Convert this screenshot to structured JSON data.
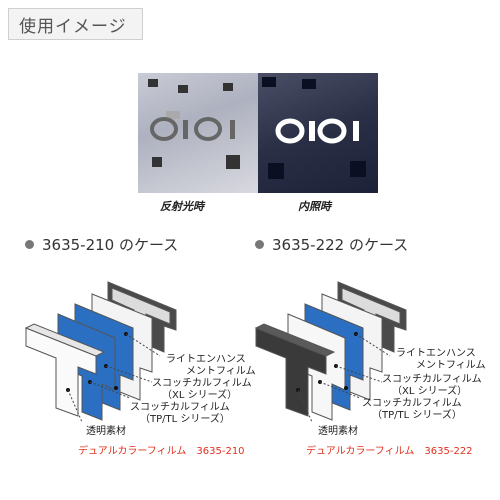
{
  "header": {
    "title": "使用イメージ"
  },
  "photos": {
    "reflect_caption": "反射光時",
    "internal_caption": "内照時"
  },
  "left_case": {
    "title": "3635-210 のケース",
    "labels": {
      "light": "ライトエンハンス",
      "light2": "メントフィルム",
      "scotch_xl": "スコッチカルフィルム",
      "scotch_xl2": "（XL シリーズ）",
      "scotch_tp": "スコッチカルフィルム",
      "scotch_tp2": "（TP/TL シリーズ）",
      "clear": "透明素材"
    },
    "dual": "デュアルカラーフィルム　3635-210"
  },
  "right_case": {
    "title": "3635-222 のケース",
    "labels": {
      "light": "ライトエンハンス",
      "light2": "メントフィルム",
      "scotch_xl": "スコッチカルフィルム",
      "scotch_xl2": "（XL シリーズ）",
      "scotch_tp": "スコッチカルフィルム",
      "scotch_tp2": "（TP/TL シリーズ）",
      "clear": "透明素材"
    },
    "dual": "デュアルカラーフィルム　3635-222"
  },
  "colors": {
    "blue_film": "#2a6fc2",
    "dark_film": "#3a3a3a",
    "accent_red": "#e0301e"
  }
}
